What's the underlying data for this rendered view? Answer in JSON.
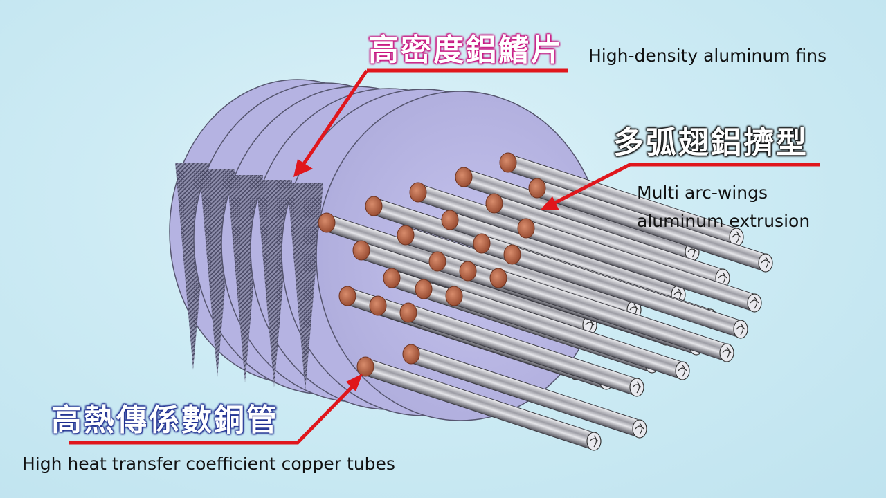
{
  "labels": {
    "fins": {
      "cn": "高密度鋁鰭片",
      "en": "High-density aluminum fins"
    },
    "wings": {
      "cn": "多弧翅鋁擠型",
      "en_line1": "Multi arc-wings",
      "en_line2": "aluminum extrusion"
    },
    "tubes": {
      "cn": "高熱傳係數銅管",
      "en": "High heat transfer coefficient copper tubes"
    }
  },
  "colors": {
    "arrow": "#e0161c",
    "fin_face": "#b7b5e4",
    "fin_edge": "#5a5a78",
    "tube_silver": "#c9c9d0",
    "tube_copper": "#b8664a",
    "fins_label_outline": "#c8107e",
    "wings_label_outline": "#111111",
    "tubes_label_outline": "#1d2c8f"
  }
}
